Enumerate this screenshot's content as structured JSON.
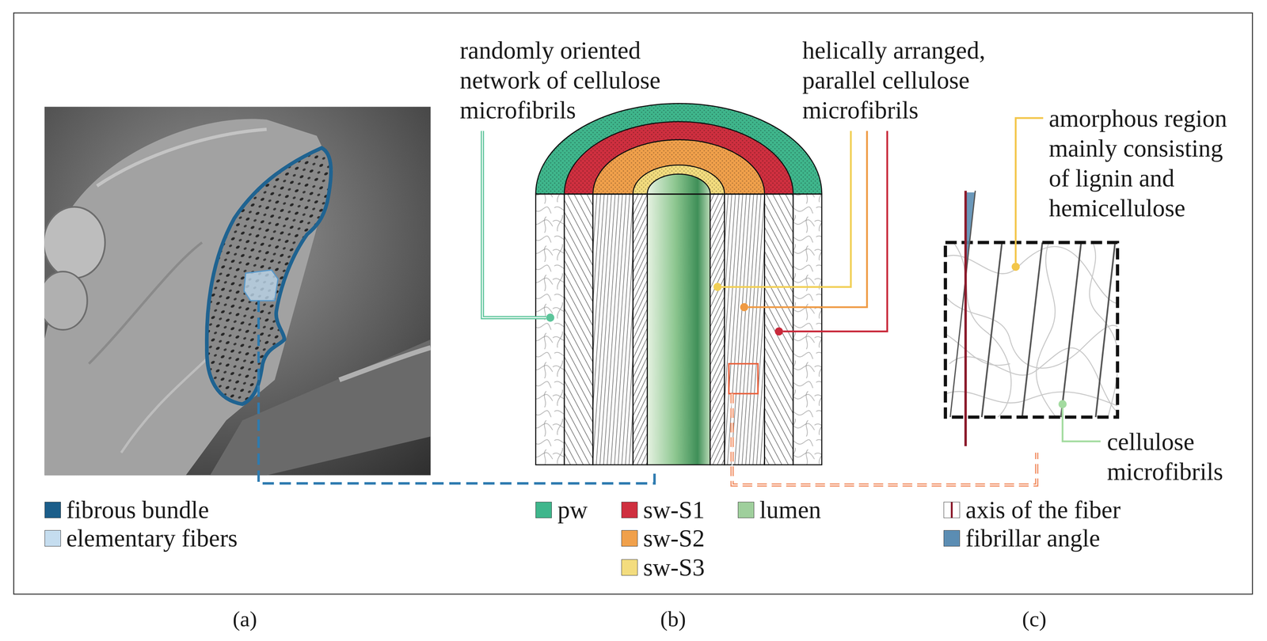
{
  "diagram": {
    "labels": [
      "randomly oriented network of cellulose microfibrils",
      "helically arranged, parallel cellulose microfibrils",
      "amorphous region mainly consisting of lignin and hemicellulose",
      "cellulose microfibrils",
      "(a)",
      "(b)",
      "(c)"
    ],
    "legend": [
      {
        "text": "fibrous bundle",
        "color": "#1b5e8a"
      },
      {
        "text": "elementary fibers",
        "color": "#c5ddef"
      },
      {
        "text": "pw",
        "color": "#3fb68c"
      },
      {
        "text": "sw-S1",
        "color": "#cf2f3f"
      },
      {
        "text": "sw-S2",
        "color": "#f0a04b"
      },
      {
        "text": "sw-S3",
        "color": "#f3dc7e"
      },
      {
        "text": "lumen",
        "color": "#9fcf9c"
      },
      {
        "text": "axis of the fiber"
      },
      {
        "text": "fibrillar angle",
        "color": "#5b8db3"
      }
    ]
  }
}
